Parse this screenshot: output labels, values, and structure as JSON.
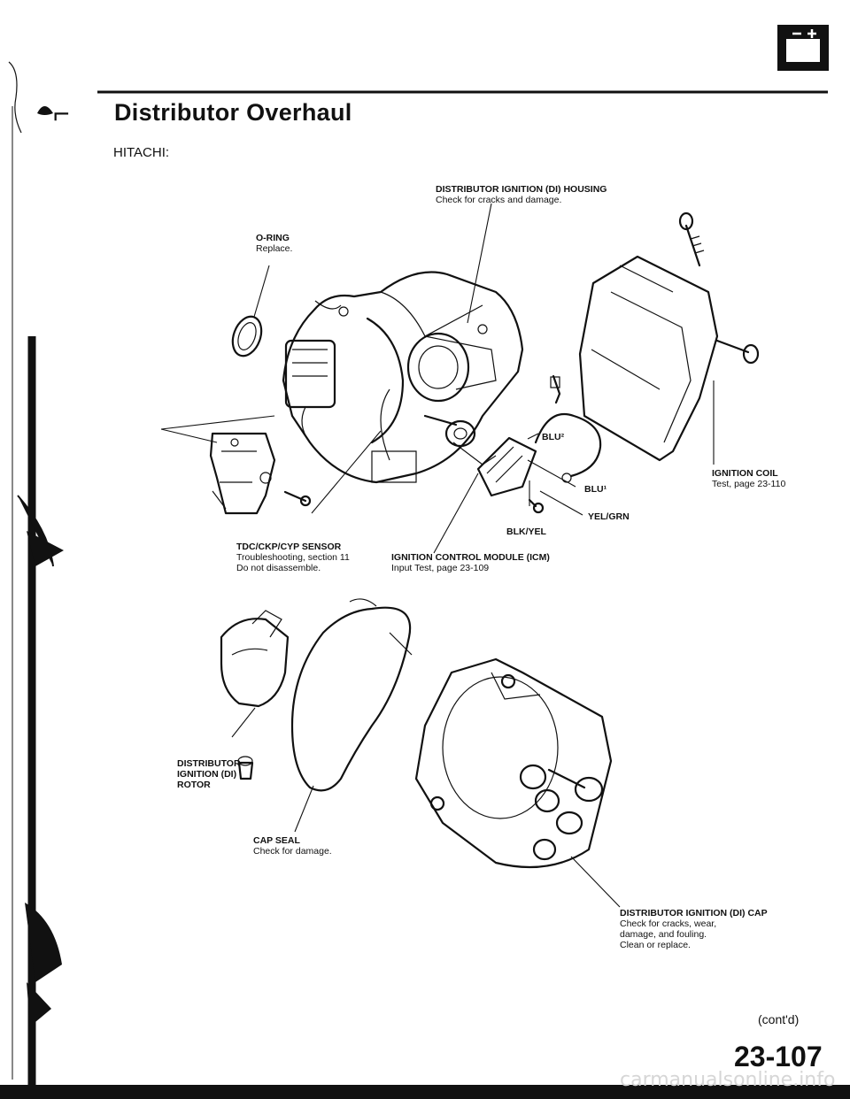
{
  "header": {
    "title": "Distributor Overhaul",
    "subtitle": "HITACHI:"
  },
  "labels": {
    "housing": {
      "name": "DISTRIBUTOR IGNITION (DI) HOUSING",
      "note": "Check for cracks and damage."
    },
    "oring": {
      "name": "O-RING",
      "note": "Replace."
    },
    "coil": {
      "name": "IGNITION COIL",
      "note": "Test, page 23-110"
    },
    "sensor": {
      "name": "TDC/CKP/CYP SENSOR",
      "note1": "Troubleshooting, section 11",
      "note2": "Do not disassemble."
    },
    "icm": {
      "name": "IGNITION CONTROL MODULE (ICM)",
      "note": "Input Test, page 23-109"
    },
    "rotor": {
      "line1": "DISTRIBUTOR",
      "line2": "IGNITION (DI)",
      "line3": "ROTOR"
    },
    "cap_seal": {
      "name": "CAP SEAL",
      "note": "Check for damage."
    },
    "cap": {
      "name": "DISTRIBUTOR IGNITION (DI) CAP",
      "note1": "Check for cracks, wear,",
      "note2": "damage, and fouling.",
      "note3": "Clean or replace."
    }
  },
  "wires": {
    "blu2": "BLU²",
    "blu1": "BLU¹",
    "yel_grn": "YEL/GRN",
    "blk_yel": "BLK/YEL"
  },
  "footer": {
    "contd": "(cont'd)",
    "page_number": "23-107",
    "watermark": "carmanualsonline.info"
  },
  "icons": {
    "battery": "battery-icon"
  }
}
